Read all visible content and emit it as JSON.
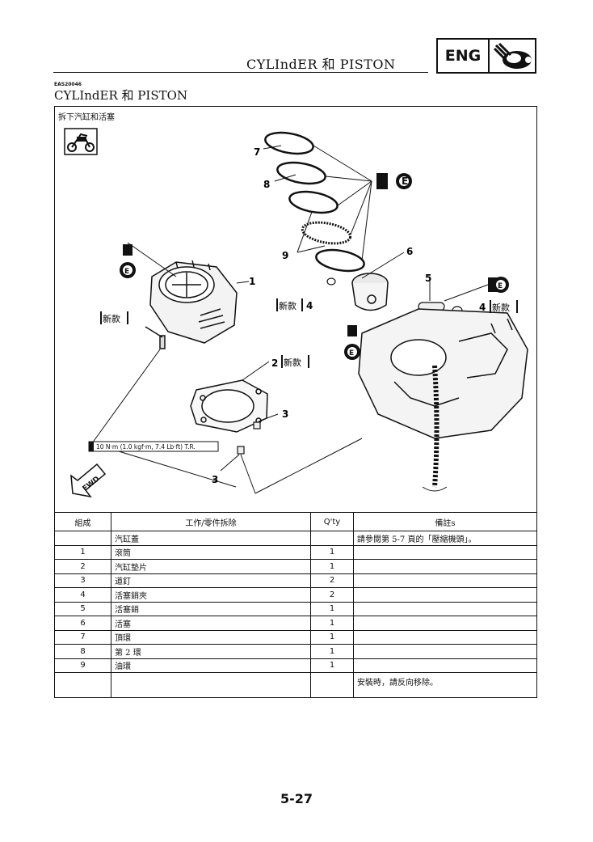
{
  "header": {
    "title": "CYLIndER 和 PISTON",
    "eng_label": "ENG"
  },
  "section": {
    "code": "EAS20046",
    "title": "CYLIndER 和 PISTON"
  },
  "diagram": {
    "title": "拆下汽缸和活塞",
    "callouts": [
      "7",
      "8",
      "9",
      "6",
      "1",
      "5",
      "4",
      "4",
      "2",
      "3",
      "3"
    ],
    "new_tag": "新款",
    "lube_mark": "E",
    "torque_spec": "10 N·m (1.0 kgf·m, 7.4 Lb·ft) T.R.",
    "fwd_label": "FWD"
  },
  "table": {
    "headers": [
      "組成",
      "工作/零件拆除",
      "Q'ty",
      "備註s"
    ],
    "rows": [
      {
        "no": "",
        "job": "汽缸蓋",
        "qty": "",
        "remarks": "請參閱第 5-7 頁的「壓縮機頭」。"
      },
      {
        "no": "1",
        "job": "滾筒",
        "qty": "1",
        "remarks": ""
      },
      {
        "no": "2",
        "job": "汽缸墊片",
        "qty": "1",
        "remarks": ""
      },
      {
        "no": "3",
        "job": "道釘",
        "qty": "2",
        "remarks": ""
      },
      {
        "no": "4",
        "job": "活塞銷夾",
        "qty": "2",
        "remarks": ""
      },
      {
        "no": "5",
        "job": "活塞銷",
        "qty": "1",
        "remarks": ""
      },
      {
        "no": "6",
        "job": "活塞",
        "qty": "1",
        "remarks": ""
      },
      {
        "no": "7",
        "job": "頂環",
        "qty": "1",
        "remarks": ""
      },
      {
        "no": "8",
        "job": "第 2 環",
        "qty": "1",
        "remarks": ""
      },
      {
        "no": "9",
        "job": "油環",
        "qty": "1",
        "remarks": ""
      },
      {
        "no": "",
        "job": "",
        "qty": "",
        "remarks": "安裝時，請反向移除。"
      }
    ]
  },
  "page_number": "5-27"
}
